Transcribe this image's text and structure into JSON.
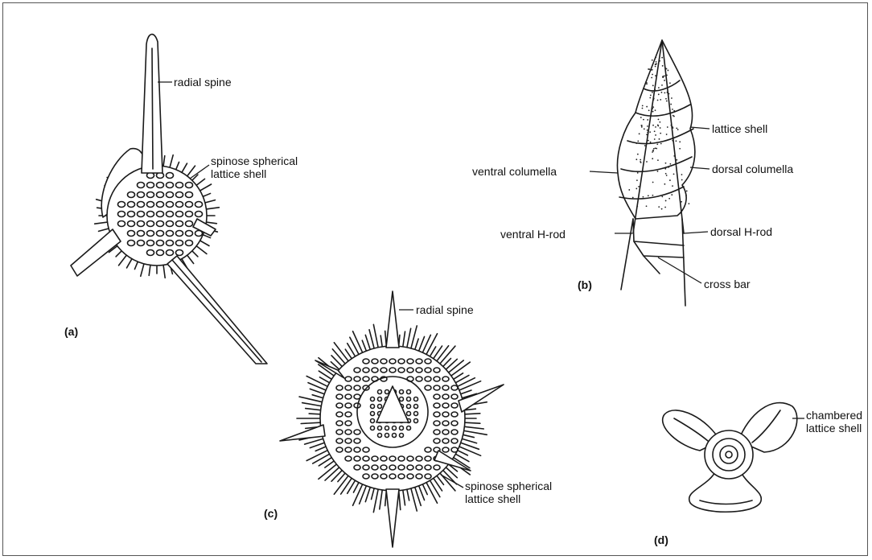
{
  "labels": {
    "a_radial_spine": "radial spine",
    "a_shell_line1": "spinose spherical",
    "a_shell_line2": "lattice shell",
    "b_lattice_shell": "lattice shell",
    "b_ventral_columella": "ventral columella",
    "b_dorsal_columella": "dorsal columella",
    "b_ventral_hrod": "ventral H-rod",
    "b_dorsal_hrod": "dorsal H-rod",
    "b_cross_bar": "cross bar",
    "c_radial_spine": "radial spine",
    "c_shell_line1": "spinose spherical",
    "c_shell_line2": "lattice shell",
    "d_shell_line1": "chambered",
    "d_shell_line2": "lattice shell"
  },
  "panels": {
    "a": "(a)",
    "b": "(b)",
    "c": "(c)",
    "d": "(d)"
  }
}
